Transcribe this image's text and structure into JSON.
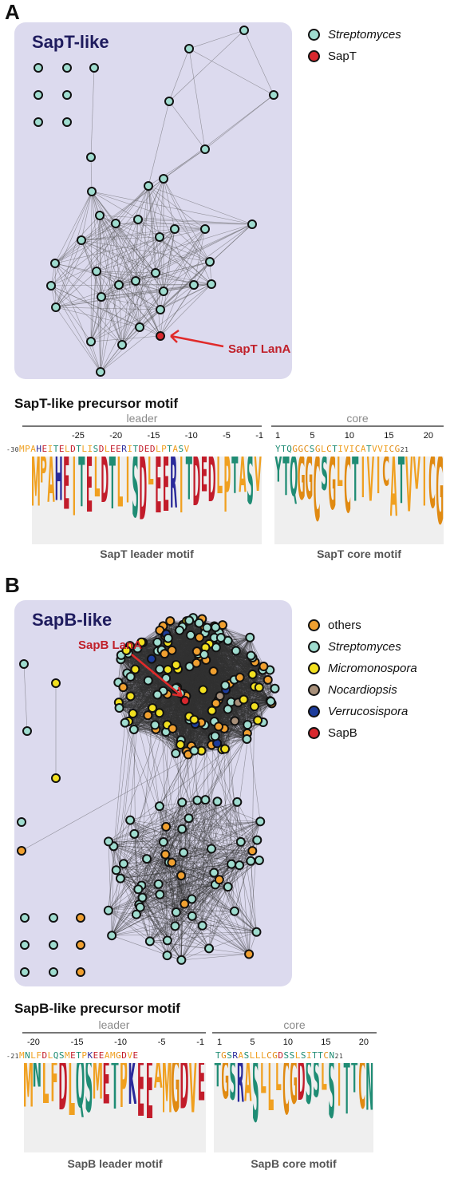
{
  "panel_a": {
    "letter": "A",
    "network_title": "SapT-like",
    "legend": [
      {
        "label": "Streptomyces",
        "italic": true,
        "color": "#9fdccf"
      },
      {
        "label": "SapT",
        "italic": false,
        "color": "#d8282e"
      }
    ],
    "annotation": "SapT LanA",
    "motif_title": "SapT-like precursor motif",
    "leader_label": "leader",
    "core_label": "core",
    "leader_positions": [
      "-25",
      "-20",
      "-15",
      "-10",
      "-5",
      "-1"
    ],
    "core_positions": [
      "1",
      "5",
      "10",
      "15",
      "20"
    ],
    "leader_start_index": "-30",
    "leader_sequence": "MPAHEITELDTLISDLEERITDEDLPTASV",
    "core_sequence": "YTQGGCSGLCTIVICATVVICG",
    "core_end_index": "21",
    "leader_caption": "SapT leader motif",
    "core_caption": "SapT core motif"
  },
  "panel_b": {
    "letter": "B",
    "network_title": "SapB-like",
    "legend": [
      {
        "label": "others",
        "italic": false,
        "color": "#f0a030"
      },
      {
        "label": "Streptomyces",
        "italic": true,
        "color": "#9fdccf"
      },
      {
        "label": "Micromonospora",
        "italic": true,
        "color": "#f2e020"
      },
      {
        "label": "Nocardiopsis",
        "italic": true,
        "color": "#a8907a"
      },
      {
        "label": "Verrucosispora",
        "italic": true,
        "color": "#1c3c9c"
      },
      {
        "label": "SapB",
        "italic": false,
        "color": "#d8282e"
      }
    ],
    "annotation": "SapB LanA",
    "motif_title": "SapB-like precursor motif",
    "leader_label": "leader",
    "core_label": "core",
    "leader_positions": [
      "-20",
      "-15",
      "-10",
      "-5",
      "-1"
    ],
    "core_positions": [
      "1",
      "5",
      "10",
      "15",
      "20"
    ],
    "leader_start_index": "-21",
    "leader_sequence": "MNLFDLQSMETPKEEAMGDVE",
    "core_sequence": "TGSRASLLLCGDSSLSITTCN",
    "core_end_index": "21",
    "leader_caption": "SapB leader motif",
    "core_caption": "SapB core motif"
  }
}
